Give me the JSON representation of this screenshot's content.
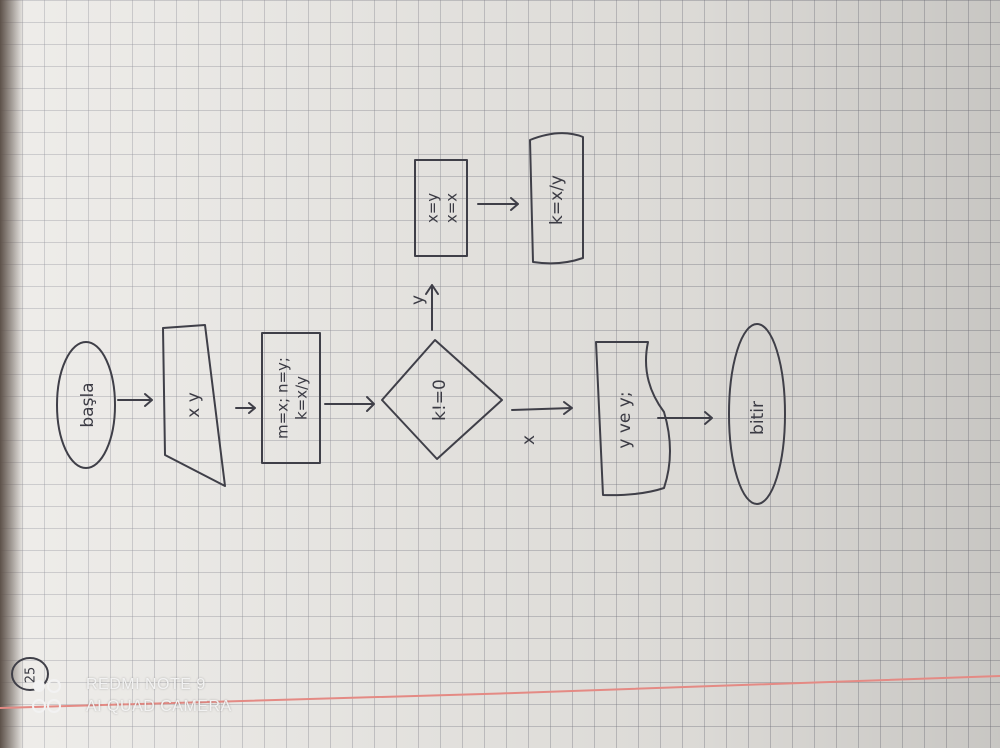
{
  "diagram": {
    "start_label": "başla",
    "input_label": "x y",
    "assign_line1": "m=x; n=y;",
    "assign_line2": "k=x/y",
    "condition_label": "k!=0",
    "yes_label": "x",
    "no_label": "y",
    "swap_label_line1": "x=y",
    "swap_label_line2": "x=x",
    "output_right_label": "k=x/y",
    "output_bottom_label": "y ve y;",
    "end_label": "bitir",
    "page_number": "25"
  },
  "watermark": {
    "line1": "REDMI NOTE 9",
    "line2": "AI QUAD CAMERA"
  }
}
